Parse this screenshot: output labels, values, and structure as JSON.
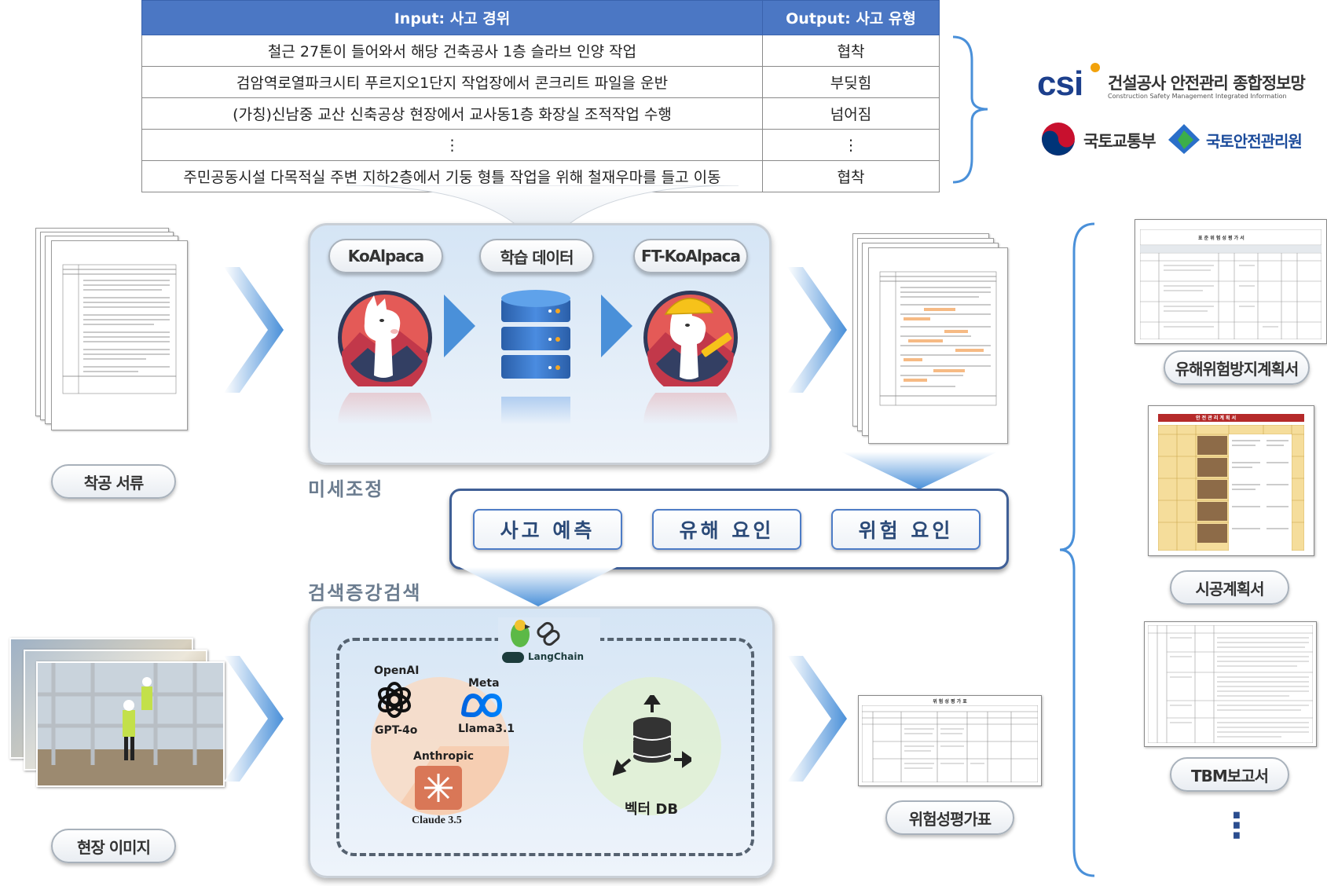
{
  "table": {
    "header_input": "Input: 사고 경위",
    "header_output": "Output: 사고 유형",
    "rows": [
      {
        "input": "철근 27톤이 들어와서 해당 건축공사 1층 슬라브 인양 작업",
        "output": "협착"
      },
      {
        "input": "검암역로열파크시티 푸르지오1단지 작업장에서 콘크리트 파일을 운반",
        "output": "부딪힘"
      },
      {
        "input": "(가칭)신남중 교산 신축공상 현장에서 교사동1층 화장실 조적작업 수행",
        "output": "넘어짐"
      },
      {
        "input": "⋮",
        "output": "⋮"
      },
      {
        "input": "주민공동시설 다목적실 주변 지하2층에서 기둥 형틀 작업을 위해 철재우마를 들고 이동",
        "output": "협착"
      }
    ]
  },
  "logos": {
    "csi_mark": "csi",
    "csi_name": "건설공사 안전관리 종합정보망",
    "csi_sub": "Construction Safety Management Integrated Information",
    "molit": "국토교통부",
    "kalis": "국토안전관리원"
  },
  "finetune": {
    "pill_1": "KoAlpaca",
    "pill_2": "학습 데이터",
    "pill_3": "FT-KoAlpaca",
    "section_label": "미세조정"
  },
  "inputs": {
    "docs_label": "착공 서류",
    "images_label": "현장 이미지"
  },
  "outputs": {
    "predict": "사고 예측",
    "hazard": "유해 요인",
    "risk": "위험 요인"
  },
  "rag": {
    "section_label": "검색증강검색",
    "langchain": "LangChain",
    "openai": "OpenAI",
    "gpt": "GPT-4o",
    "meta": "Meta",
    "llama": "Llama3.1",
    "anthropic": "Anthropic",
    "claude": "Claude 3.5",
    "vector_db": "벡터 DB"
  },
  "result": {
    "risk_table_label": "위험성평가표",
    "risk_table_title": "위 험 성 평 가 표"
  },
  "right_docs": {
    "doc1": "유해위험방지계획서",
    "doc1_title": "표 준 위 험 성 평 가 서",
    "doc2": "시공계획서",
    "doc2_title": "안 전 관 리 계 획 서",
    "doc3": "TBM보고서",
    "more": "⋮"
  },
  "colors": {
    "table_header": "#4b77c4",
    "arrow_blue": "#4a90d9",
    "panel_bg": "#dbe8f6",
    "button_border": "#4d7cc6"
  }
}
